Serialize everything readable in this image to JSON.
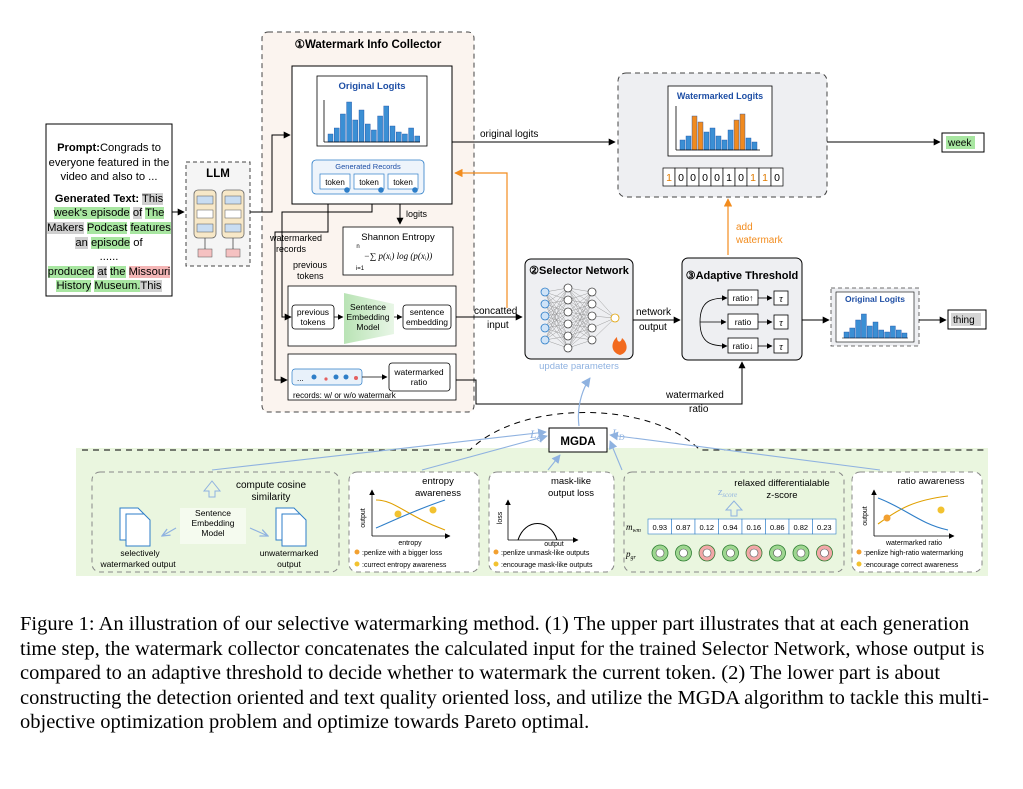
{
  "collector": {
    "title": "①Watermark Info Collector",
    "original_logits": "Original Logits",
    "generated_records": "Generated Records",
    "token": "token",
    "logits": "logits",
    "watermarked_records": [
      "watermarked",
      "records"
    ],
    "previous_tokens_label": [
      "previous",
      "tokens"
    ],
    "shannon_entropy": "Shannon Entropy",
    "entropy_formula": "−∑ p(xᵢ) log (p(xᵢ))",
    "sum_top": "n",
    "sum_bottom": "i=1",
    "previous_tokens_box": [
      "previous",
      "tokens"
    ],
    "sentence_embedding_model": [
      "Sentence",
      "Embedding",
      "Model"
    ],
    "sentence_embedding": [
      "sentence",
      "embedding"
    ],
    "watermarked_ratio": [
      "watermarked",
      "ratio"
    ],
    "records_caption": "records: w/ or w/o watermark",
    "dots": "..."
  },
  "prompt": {
    "prompt_label": "Prompt:",
    "prompt_text": "Congrads to everyone featured in the video and also to ...",
    "generated_label": "Generated Text:",
    "segments": [
      {
        "text": "This",
        "hl": "gr"
      },
      {
        "text": " ",
        "hl": ""
      },
      {
        "text": "week's episode",
        "hl": "g"
      },
      {
        "text": " ",
        "hl": ""
      },
      {
        "text": "of",
        "hl": "gr"
      },
      {
        "text": " ",
        "hl": ""
      },
      {
        "text": "The",
        "hl": "g"
      },
      {
        "text": " ",
        "hl": ""
      },
      {
        "text": "Makers",
        "hl": "gr"
      },
      {
        "text": " ",
        "hl": ""
      },
      {
        "text": "Podcast",
        "hl": "g"
      },
      {
        "text": " ",
        "hl": ""
      },
      {
        "text": "features",
        "hl": "g"
      },
      {
        "text": " ",
        "hl": ""
      },
      {
        "text": "an",
        "hl": "gr"
      },
      {
        "text": " ",
        "hl": ""
      },
      {
        "text": "episode",
        "hl": "g"
      },
      {
        "text": " ",
        "hl": ""
      },
      {
        "text": "of",
        "hl": ""
      }
    ],
    "ellipsis": "......",
    "segments2": [
      {
        "text": "produced",
        "hl": "g"
      },
      {
        "text": " ",
        "hl": ""
      },
      {
        "text": "at",
        "hl": "gr"
      },
      {
        "text": " ",
        "hl": ""
      },
      {
        "text": "the",
        "hl": "g"
      },
      {
        "text": " ",
        "hl": ""
      },
      {
        "text": "Missouri",
        "hl": "r"
      },
      {
        "text": " ",
        "hl": ""
      },
      {
        "text": "History",
        "hl": "g"
      },
      {
        "text": " ",
        "hl": ""
      },
      {
        "text": "Museum.",
        "hl": "g"
      },
      {
        "text": "This",
        "hl": "gr"
      }
    ]
  },
  "llm": "LLM",
  "top": {
    "original_logits_arrow": "original logits",
    "watermarked_logits": "Watermarked Logits",
    "bits": [
      "1",
      "0",
      "0",
      "0",
      "0",
      "1",
      "0",
      "1",
      "1",
      "0"
    ],
    "bit_colors": [
      "#e07b00",
      "#000000",
      "#000000",
      "#000000",
      "#000000",
      "#000000",
      "#000000",
      "#e07b00",
      "#e07b00",
      "#000000"
    ],
    "week": "week",
    "add_watermark": [
      "add",
      "watermark"
    ]
  },
  "selector": {
    "title": "②Selector Network",
    "update_parameters": "update parameters",
    "concatted_input": [
      "concatted",
      "input"
    ],
    "network_output": [
      "network",
      "output"
    ]
  },
  "threshold": {
    "title": "③Adaptive Threshold",
    "ratio_up": "ratio↑",
    "ratio": "ratio",
    "ratio_down": "ratio↓",
    "tau": "τ",
    "original_logits": "Original Logits",
    "thing": "thing",
    "watermarked_ratio": [
      "watermarked",
      "ratio"
    ]
  },
  "loss": {
    "lq": "L",
    "lq_sub": "Q",
    "ld": "L",
    "ld_sub": "D",
    "mgda": "MGDA",
    "cosine": [
      "compute cosine",
      "similarity"
    ],
    "sem_model": [
      "Sentence",
      "Embedding",
      "Model"
    ],
    "selectively": [
      "selectively",
      "watermarked output"
    ],
    "unwatermarked": [
      "unwatermarked",
      "output"
    ],
    "entropy_awareness": [
      "entropy",
      "awareness"
    ],
    "entropy_axis": "entropy",
    "output_axis": "output",
    "entropy_notes": [
      ":penlize with a bigger loss",
      ":currect entropy awareness"
    ],
    "mask_like": [
      "mask-like",
      "output loss"
    ],
    "loss_axis": "loss",
    "mask_notes": [
      ":penlize unmask-like outputs",
      ":encourage mask-like outputs"
    ],
    "relaxed": [
      "relaxed differentialable",
      "z-score"
    ],
    "zscore_sym": "z",
    "zscore_sub": "score",
    "m_label": "m",
    "m_sub": "wm",
    "p_label": "p",
    "p_sub": "gr",
    "m_values": [
      "0.93",
      "0.87",
      "0.12",
      "0.94",
      "0.16",
      "0.86",
      "0.82",
      "0.23"
    ],
    "ratio_awareness": "ratio awareness",
    "ratio_axis": "watermarked ratio",
    "ratio_notes": [
      ":penlize high-ratio watermarking",
      ":encourage correct awareness"
    ]
  },
  "colors": {
    "green_panel": "#eaf6df",
    "orange": "#f28c1e",
    "blue": "#2e7ec8",
    "bar_blue": "#3b8fd4",
    "bar_orange": "#f08a1f",
    "title_blue": "#1f4fa5",
    "light_blue_arrow": "#8fb2e0"
  },
  "caption": "Figure 1: An illustration of our selective watermarking method. (1) The upper part illustrates that at each generation time step, the watermark collector concatenates the calculated input for the trained Selector Network, whose output is compared to an adaptive threshold to decide whether to watermark the current token. (2) The lower part is about constructing the detection oriented and text quality oriented loss, and utilize the MGDA algorithm to tackle this multi-objective optimization problem and optimize towards Pareto optimal."
}
